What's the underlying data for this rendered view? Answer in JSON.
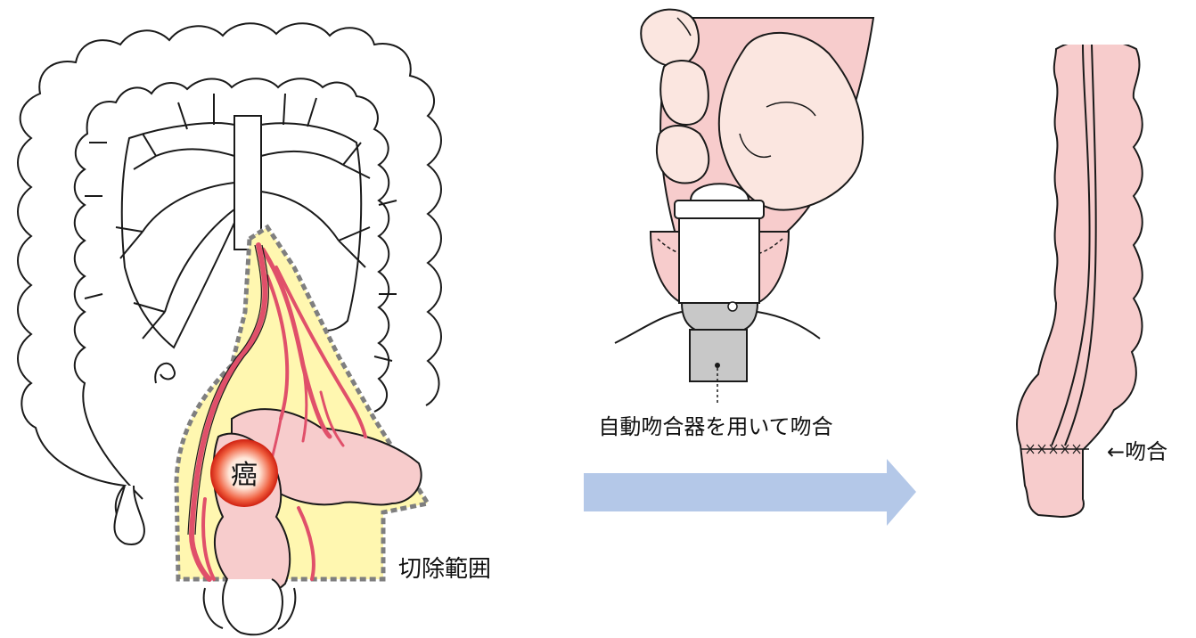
{
  "labels": {
    "cancer": "癌",
    "resection_range": "切除範囲",
    "stapler_note": "自動吻合器を用いて吻合",
    "anastomosis": "←吻合"
  },
  "colors": {
    "colon_outline": "#1a1a1a",
    "colon_fill_pink": "#f7cccc",
    "resection_area": "#fff7b0",
    "resection_border": "#7f7f7f",
    "vessel_red": "#e0506a",
    "tumor_red": "#e53020",
    "flow_arrow": "#b4c8e8",
    "skin": "#fbe6e0",
    "stapler_gray": "#c8c8c8"
  }
}
